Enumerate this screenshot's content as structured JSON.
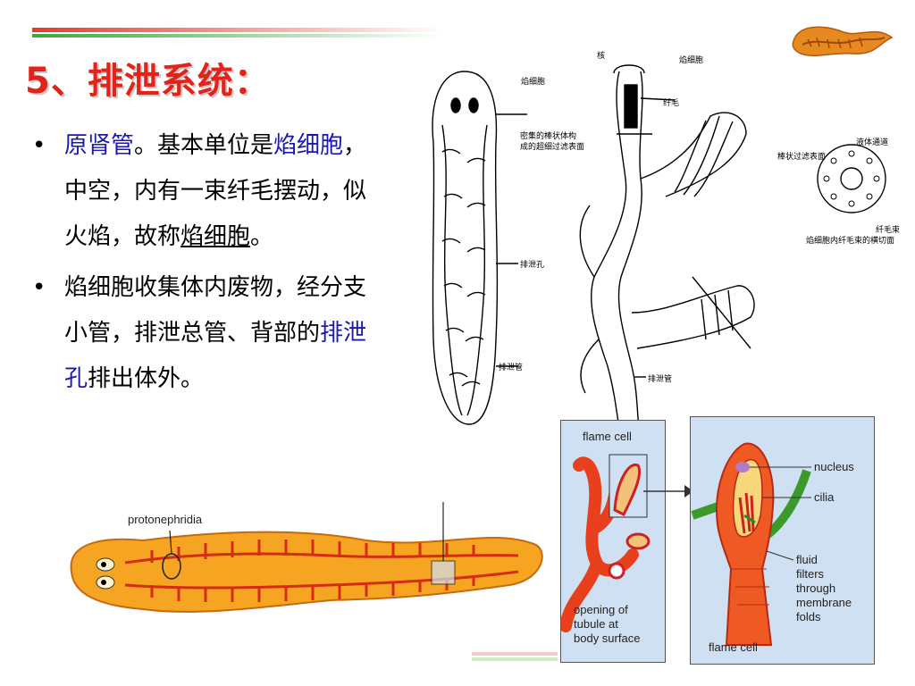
{
  "slide": {
    "title": "5、排泄系统：",
    "bullets": [
      {
        "segments": [
          {
            "text": "原肾管",
            "style": "hl"
          },
          {
            "text": "。基本单位是",
            "style": ""
          },
          {
            "text": "焰细胞",
            "style": "hl"
          },
          {
            "text": "，中空，内有一束纤毛摆动，似火焰，故称",
            "style": ""
          },
          {
            "text": "焰细胞",
            "style": "ul"
          },
          {
            "text": "。",
            "style": ""
          }
        ]
      },
      {
        "segments": [
          {
            "text": "焰细胞收集体内废物，经分支小管，排泄总管、背部的",
            "style": ""
          },
          {
            "text": "排泄孔",
            "style": "hl"
          },
          {
            "text": "排出体外。",
            "style": ""
          }
        ]
      }
    ]
  },
  "diagram_cn": {
    "labels": {
      "flame_cell_1": "焰细胞",
      "nucleus": "核",
      "flame_cell_2": "焰细胞",
      "cilia": "纤毛",
      "filter_line1": "密集的棒状体构",
      "filter_line2": "成的超细过滤表面",
      "pore": "排泄孔",
      "duct": "排泄管",
      "duct2": "排泄管",
      "rod_surface": "棒状过滤表面",
      "fluid_channel": "液体通道",
      "cilia_bundle": "纤毛束",
      "cross_section": "焰细胞内纤毛束的横切面"
    }
  },
  "diagram_en": {
    "protonephridia": "protonephridia",
    "flame_cell_left": "flame cell",
    "opening": [
      "opening of",
      "tubule at",
      "body surface"
    ],
    "nucleus": "nucleus",
    "cilia": "cilia",
    "fluid": [
      "fluid",
      "filters",
      "through",
      "membrane",
      "folds"
    ],
    "flame_cell_right": "flame cell"
  },
  "colors": {
    "title": "#e2231a",
    "highlight": "#1a18b4",
    "worm_fill": "#f5a521",
    "worm_vessel": "#d62c16",
    "panel": "#cfe0f2"
  }
}
